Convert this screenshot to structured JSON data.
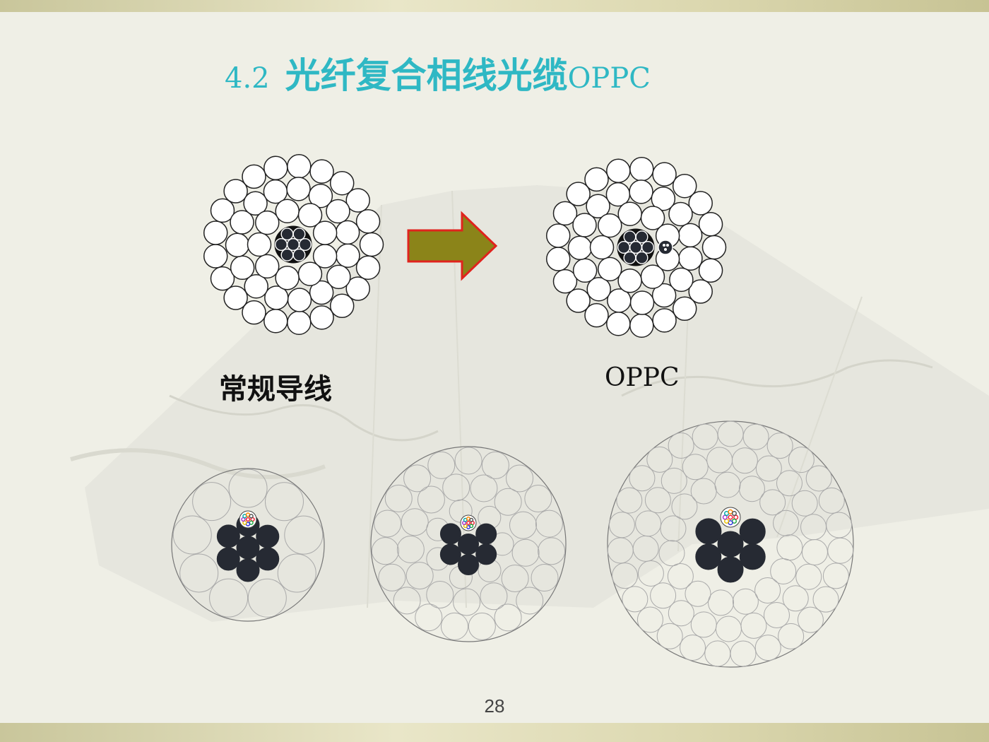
{
  "slide": {
    "title_number": "4.2",
    "title_text": "光纤复合相线光缆",
    "title_abbr": "OPPC",
    "label_conventional": "常规导线",
    "label_oppc": "OPPC",
    "page_number": "28"
  },
  "colors": {
    "title": "#2fb8c4",
    "arrow_fill": "#8b8419",
    "arrow_stroke": "#e0231d",
    "core_dark": "#262a33",
    "strand_outline": "#222222"
  },
  "icons": [
    "right-arrow-icon"
  ]
}
